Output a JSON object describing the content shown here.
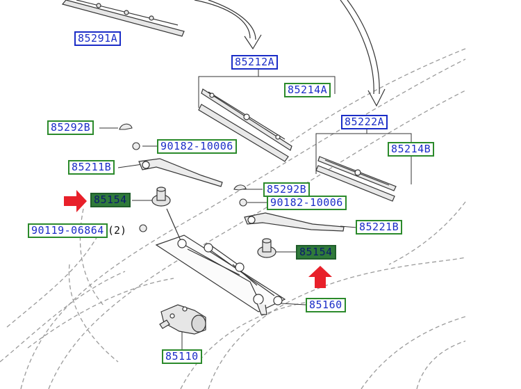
{
  "labels": {
    "wiper_blade_front": "85291A",
    "blade_assy": "85212A",
    "blade_rubber_a": "85214A",
    "blade_assy_rear": "85222A",
    "blade_rubber_b": "85214B",
    "cap_front": "85292B",
    "nut_front": "90182-10006",
    "arm_front": "85211B",
    "pivot_front": "85154",
    "bolt": "90119-06864",
    "cap_rear": "85292B",
    "nut_rear": "90182-10006",
    "arm_rear": "85221B",
    "pivot_rear": "85154",
    "link": "85160",
    "motor": "85110"
  },
  "bolt_quantity": "(2)",
  "colors": {
    "label_text": "#1a2cc7",
    "label_border_green": "#2b8a2b",
    "label_border_blue": "#1a2cc7",
    "highlight_fill": "#2f7a3a",
    "pointer_arrow": "#e8202a"
  }
}
